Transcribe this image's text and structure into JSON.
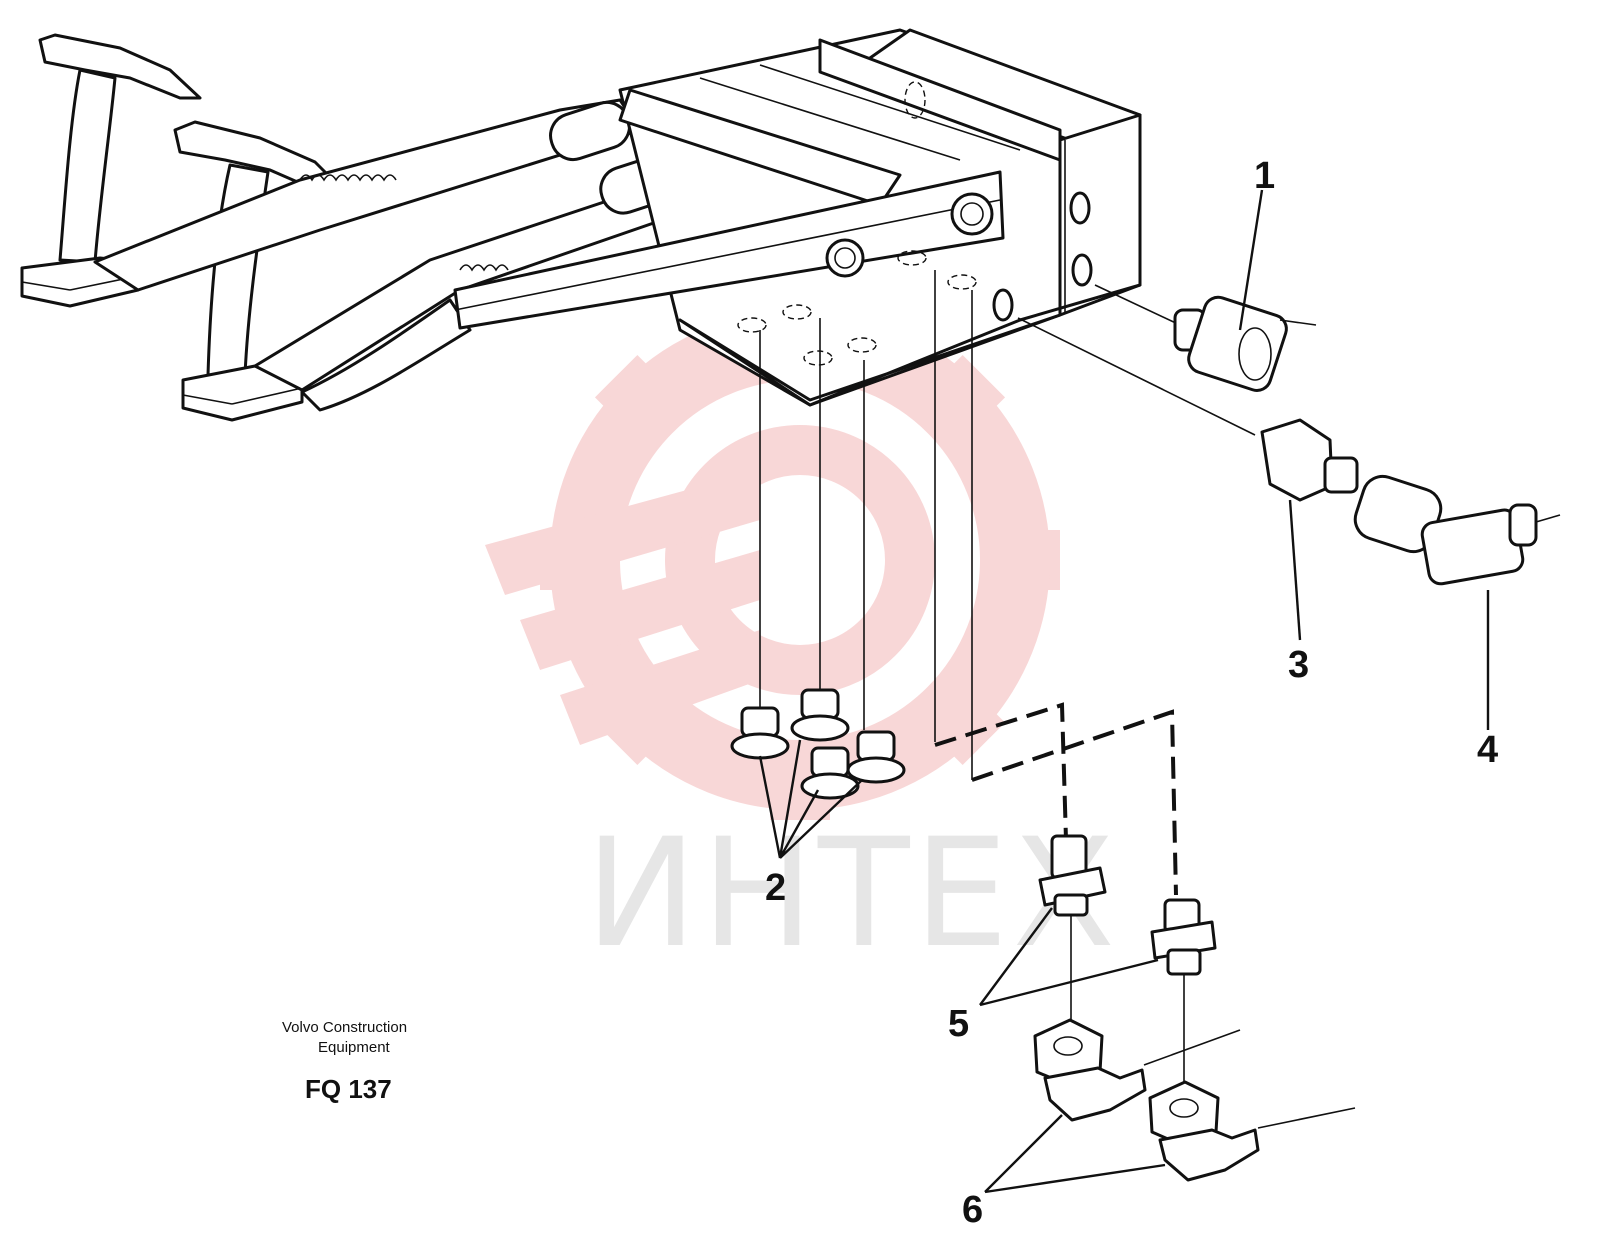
{
  "callouts": [
    "1",
    "2",
    "3",
    "4",
    "5",
    "6"
  ],
  "caption": {
    "line1": "Volvo Construction",
    "line2": "Equipment",
    "code": "FQ 137"
  },
  "watermark": {
    "text": "ИНТЕХ",
    "gear_color": "#f7d0d0",
    "text_color": "#e6e6e6"
  },
  "colors": {
    "line": "#111111",
    "background": "#ffffff"
  }
}
